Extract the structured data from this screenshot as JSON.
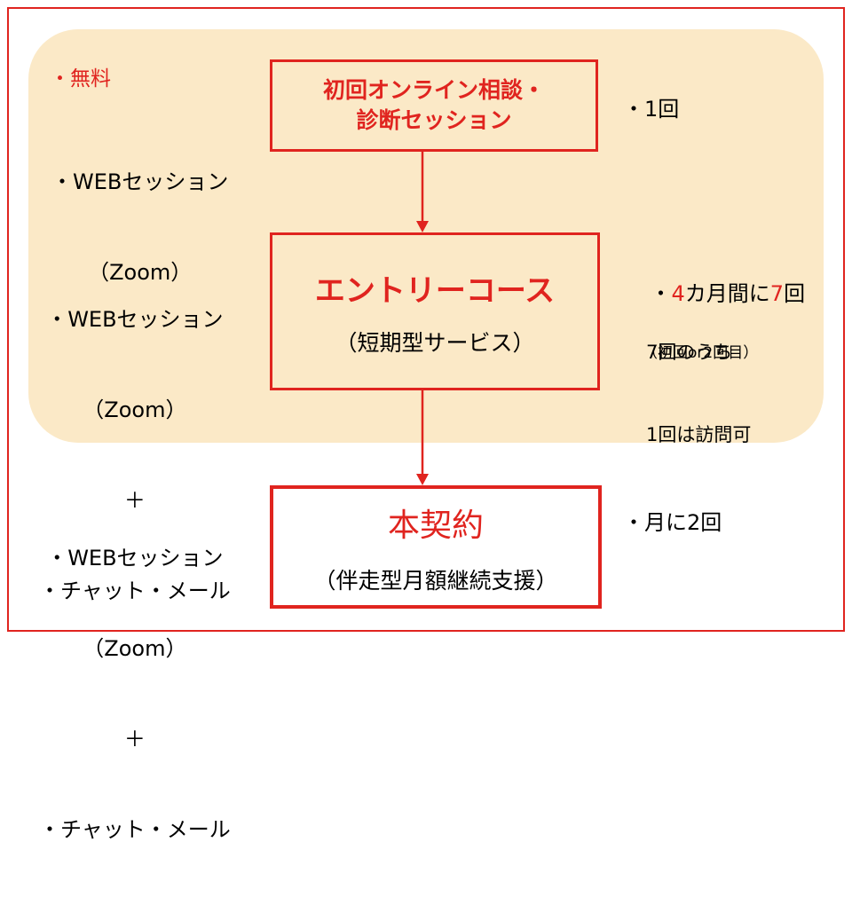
{
  "free_label": "・無料",
  "left_groups": [
    {
      "line1": "・WEBセッション",
      "line2": "（Zoom）"
    },
    {
      "line1": "・WEBセッション",
      "line2": "（Zoom）",
      "plus": "＋",
      "line3": "・チャット・メール"
    },
    {
      "line1": "・WEBセッション",
      "line2": "（Zoom）",
      "plus": "＋",
      "line3": "・チャット・メール"
    }
  ],
  "nodes": {
    "consultation": {
      "title": "初回オンライン相談・\n診断セッション"
    },
    "entry_course": {
      "title": "エントリーコース",
      "subtitle": "（短期型サービス）"
    },
    "main_contract": {
      "title": "本契約",
      "subtitle": "（伴走型月額継続支援）"
    }
  },
  "right_notes": {
    "consultation": "・1回",
    "entry_course": {
      "prefix": "・",
      "months": "4",
      "mid": "カ月間に",
      "count": "7",
      "suffix": "回",
      "line2": "7回のうち",
      "line3": "1回は訪問可",
      "line4": "（初回or2回目）"
    },
    "main_contract": "・月に2回"
  },
  "colors": {
    "accent": "#e0241f",
    "panel": "#fbe9c7",
    "text": "#000000"
  }
}
